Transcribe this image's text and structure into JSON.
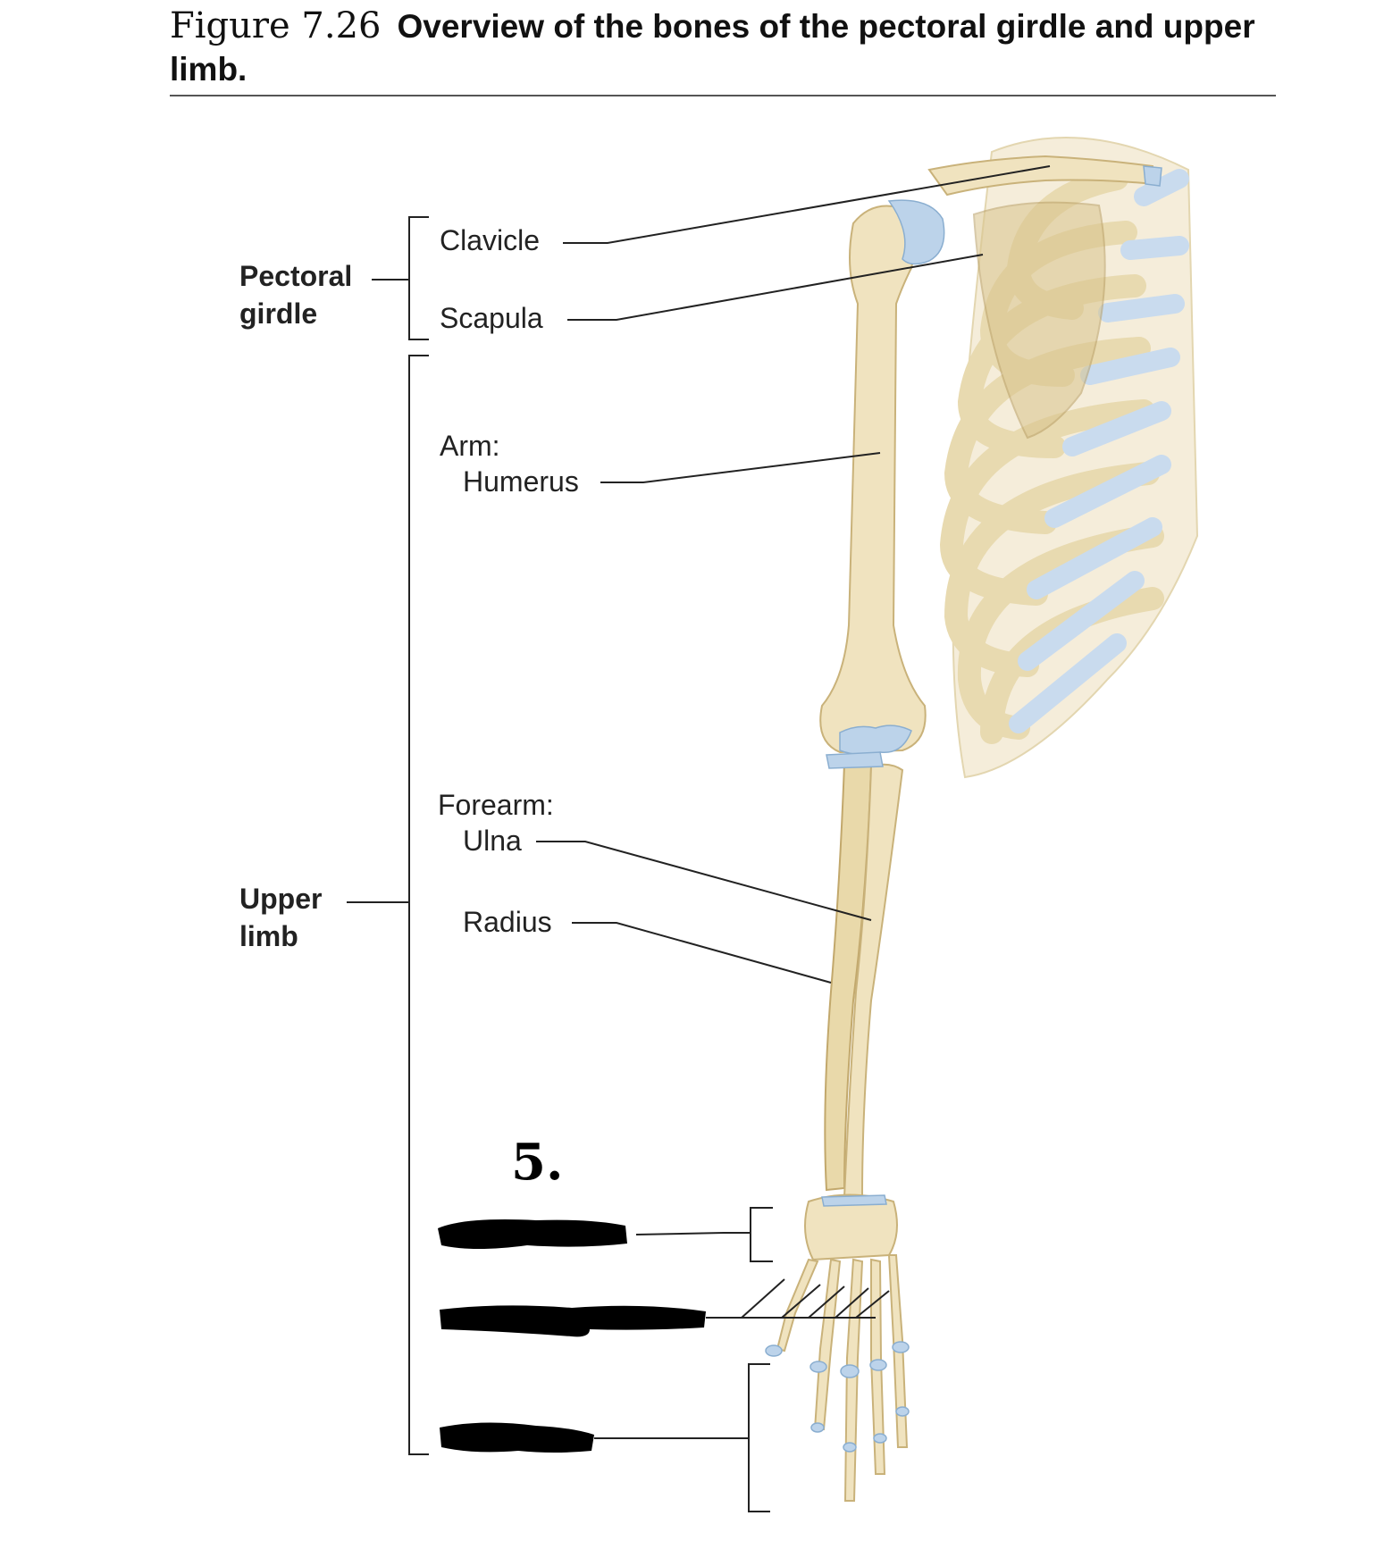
{
  "figure": {
    "number": "Figure 7.26",
    "title": "Overview of the bones of the pectoral girdle and upper limb."
  },
  "groups": {
    "pectoral": "Pectoral girdle",
    "upper": "Upper limb"
  },
  "labels": {
    "clavicle": "Clavicle",
    "scapula": "Scapula",
    "arm": "Arm:",
    "humerus": "Humerus",
    "forearm": "Forearm:",
    "ulna": "Ulna",
    "radius": "Radius"
  },
  "annotation": {
    "handwritten": "5."
  },
  "colors": {
    "bone": "#f0e3bf",
    "cartilage": "#bcd3ea",
    "redaction": "#000000"
  }
}
